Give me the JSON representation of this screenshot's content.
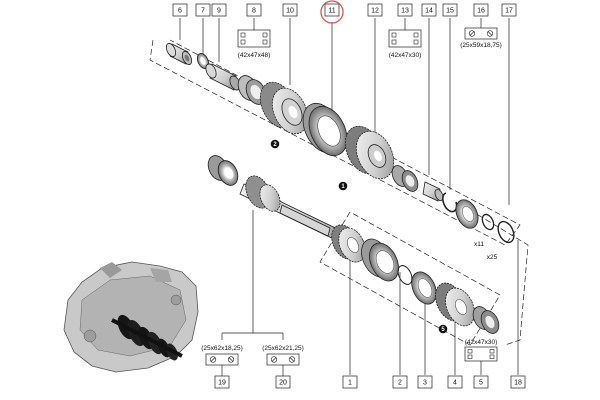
{
  "callouts_top": [
    {
      "id": "c6",
      "label": "6"
    },
    {
      "id": "c7",
      "label": "7"
    },
    {
      "id": "c9",
      "label": "9"
    },
    {
      "id": "c8",
      "label": "8"
    },
    {
      "id": "c10",
      "label": "10"
    },
    {
      "id": "c11",
      "label": "11"
    },
    {
      "id": "c12",
      "label": "12"
    },
    {
      "id": "c13",
      "label": "13"
    },
    {
      "id": "c14",
      "label": "14"
    },
    {
      "id": "c15",
      "label": "15"
    },
    {
      "id": "c16",
      "label": "16"
    },
    {
      "id": "c17",
      "label": "17"
    }
  ],
  "callouts_bottom": [
    {
      "id": "c19",
      "label": "19"
    },
    {
      "id": "c20",
      "label": "20"
    },
    {
      "id": "c1",
      "label": "1"
    },
    {
      "id": "c2",
      "label": "2"
    },
    {
      "id": "c3",
      "label": "3"
    },
    {
      "id": "c4",
      "label": "4"
    },
    {
      "id": "c5",
      "label": "5"
    },
    {
      "id": "c18",
      "label": "18"
    }
  ],
  "dimensions": {
    "c8": "(42x47x48)",
    "c13": "(42x47x30)",
    "c16": "(25x59x18,75)",
    "c19": "(25x62x18,25)",
    "c20": "(25x62x21,25)",
    "c5": "(42x47x30)"
  },
  "shim_labels": {
    "a": "x11",
    "b": "x25"
  },
  "stage_markers": [
    {
      "id": "s2",
      "label": "2"
    },
    {
      "id": "s1",
      "label": "1"
    },
    {
      "id": "s5",
      "label": "5"
    }
  ],
  "highlight": {
    "target": "11",
    "color": "#d9534f"
  },
  "colors": {
    "line": "#222222",
    "marker": "#111111",
    "part_fill": "#e6e6e6",
    "part_dark": "#7a7a7a"
  }
}
